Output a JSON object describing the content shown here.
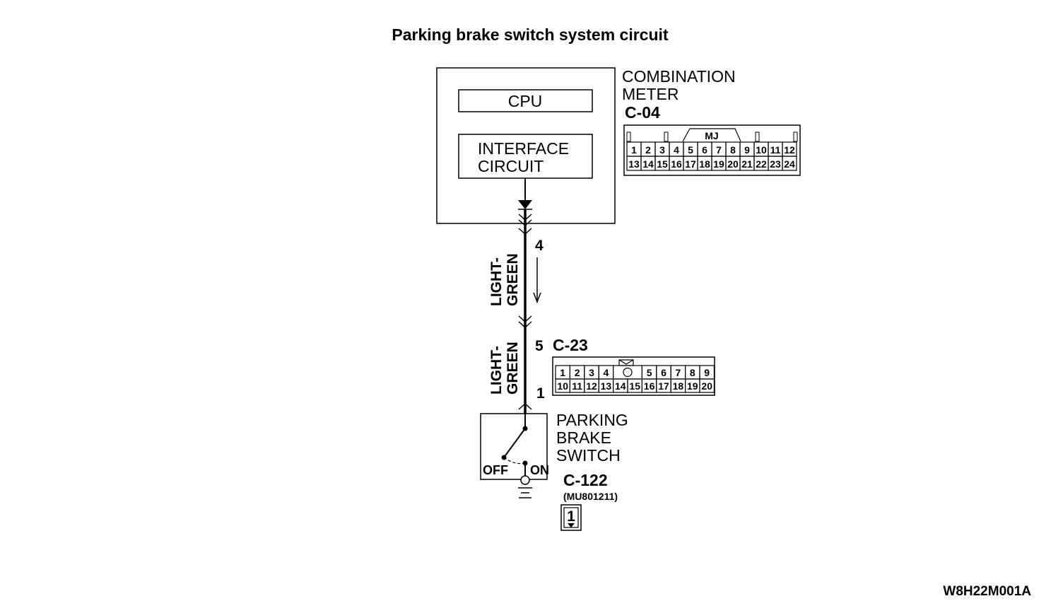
{
  "title": "Parking brake switch  system circuit",
  "figure_code": "W8H22M001A",
  "combination_meter": {
    "label_line1": "COMBINATION",
    "label_line2": "METER",
    "cpu": "CPU",
    "interface_line1": "INTERFACE",
    "interface_line2": "CIRCUIT",
    "connector": "C-04",
    "connector_tag": "MJ",
    "connector_row1": [
      "1",
      "2",
      "3",
      "4",
      "5",
      "6",
      "7",
      "8",
      "9",
      "10",
      "11",
      "12"
    ],
    "connector_row2": [
      "13",
      "14",
      "15",
      "16",
      "17",
      "18",
      "19",
      "20",
      "21",
      "22",
      "23",
      "24"
    ]
  },
  "wire": {
    "pin_meter": "4",
    "pin_junction_upper": "5",
    "pin_switch": "1",
    "color_upper_line1": "LIGHT-",
    "color_upper_line2": "GREEN",
    "color_lower_line1": "LIGHT-",
    "color_lower_line2": "GREEN"
  },
  "junction_connector": {
    "label": "C-23",
    "row1": [
      "1",
      "2",
      "3",
      "4",
      "",
      "5",
      "6",
      "7",
      "8",
      "9"
    ],
    "row2": [
      "10",
      "11",
      "12",
      "13",
      "14",
      "15",
      "16",
      "17",
      "18",
      "19",
      "20"
    ]
  },
  "switch": {
    "label_line1": "PARKING",
    "label_line2": "BRAKE",
    "label_line3": "SWITCH",
    "off": "OFF",
    "on": "ON",
    "connector": "C-122",
    "part_number": "(MU801211)",
    "connector_pin": "1"
  }
}
